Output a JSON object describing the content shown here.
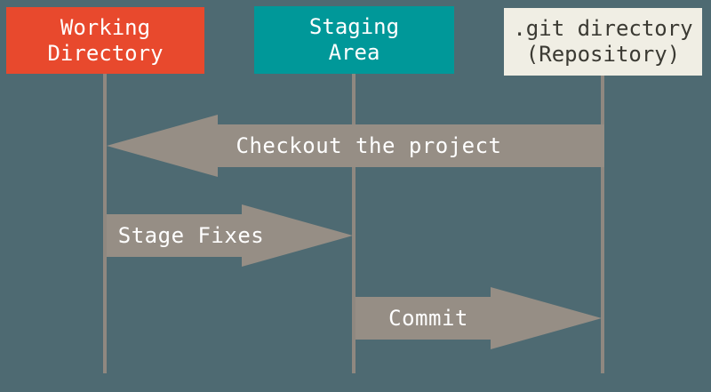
{
  "diagram": {
    "name": "git-sections-sequence-diagram",
    "columns": [
      {
        "id": "working-directory",
        "label": "Working\nDirectory"
      },
      {
        "id": "staging-area",
        "label": "Staging\nArea"
      },
      {
        "id": "git-directory",
        "label": ".git directory\n(Repository)"
      }
    ],
    "arrows": [
      {
        "label": "Checkout the project",
        "from": "git-directory",
        "to": "working-directory",
        "direction": "left"
      },
      {
        "label": "Stage Fixes",
        "from": "working-directory",
        "to": "staging-area",
        "direction": "right"
      },
      {
        "label": "Commit",
        "from": "staging-area",
        "to": "git-directory",
        "direction": "right"
      }
    ]
  },
  "colors": {
    "background": "#4E6A72",
    "working_directory_box": "#E8492D",
    "staging_area_box": "#009899",
    "git_directory_box": "#F0EEE4",
    "git_directory_text": "#3B3A33",
    "light_text": "#FFFFFF",
    "arrow": "#968E85",
    "arrow_text": "#FFFFFF",
    "lifeline": "#8F8880"
  }
}
